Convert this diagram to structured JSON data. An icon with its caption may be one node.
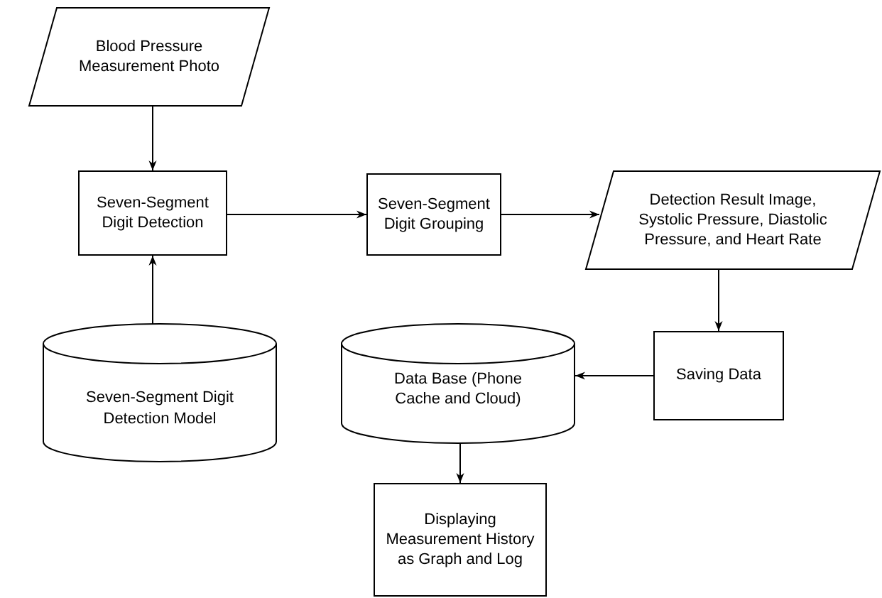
{
  "diagram": {
    "nodes": [
      {
        "text": [
          "Blood Pressure Measurement Photo"
        ]
      },
      {
        "text": [
          "Seven-Segment Digit Detection"
        ]
      },
      {
        "text": [
          "Seven-Segment Digit Grouping"
        ]
      },
      {
        "text": [
          "Detection Result Image, Systolic Pressure, Diastolic Pressure, and Heart Rate"
        ]
      },
      {
        "text": [
          "Seven-Segment Digit Detection Model"
        ]
      },
      {
        "text": [
          "Data Base (Phone Cache and Cloud)"
        ]
      },
      {
        "text": [
          "Saving Data"
        ]
      },
      {
        "text": [
          "Displaying Measurement History as Graph and Log"
        ]
      }
    ],
    "edges": [
      {
        "from": 0,
        "to": 1,
        "arrow": "to"
      },
      {
        "from": 4,
        "to": 1,
        "arrow": "to"
      },
      {
        "from": 1,
        "to": 2,
        "arrow": "to"
      },
      {
        "from": 2,
        "to": 3,
        "arrow": "to"
      },
      {
        "from": 3,
        "to": 6,
        "arrow": "to"
      },
      {
        "from": 6,
        "to": 5,
        "arrow": "to"
      },
      {
        "from": 5,
        "to": 7,
        "arrow": "to"
      }
    ]
  }
}
